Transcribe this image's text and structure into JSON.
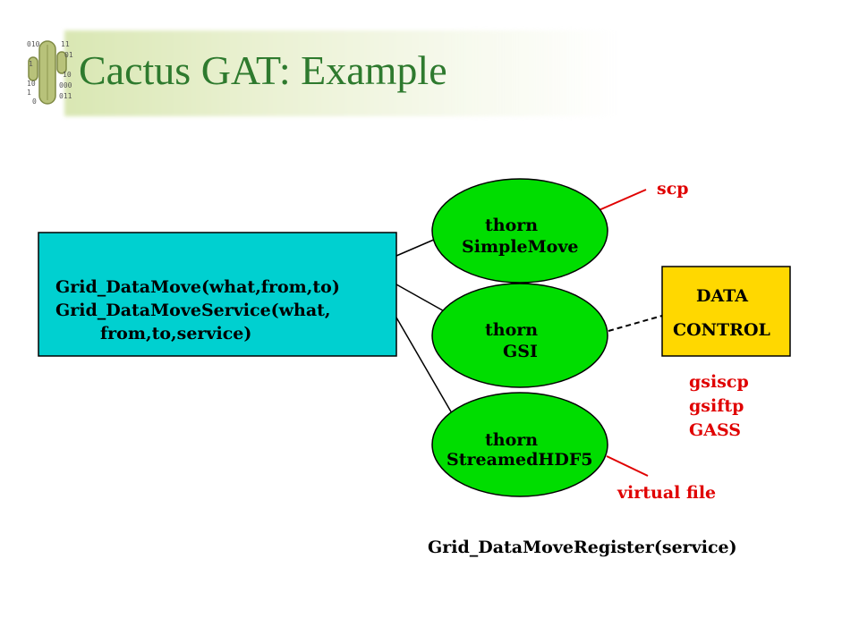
{
  "slide": {
    "title": "Cactus GAT: Example",
    "logo_digits": [
      "010",
      "11",
      "01",
      "1",
      "10",
      "10",
      "000",
      "1",
      "0",
      "011"
    ]
  },
  "api_box": {
    "color": "#00d0d0",
    "line1": "Grid_DataMove(what,from,to)",
    "line2": "Grid_DataMoveService(what,",
    "line3": "from,to,service)"
  },
  "thorns": [
    {
      "word": "thorn",
      "name": "SimpleMove"
    },
    {
      "word": "thorn",
      "name": "GSI"
    },
    {
      "word": "thorn",
      "name": "StreamedHDF5"
    }
  ],
  "thorn_color": "#00dd00",
  "data_control": {
    "color": "#ffd800",
    "line1": "DATA",
    "line2": "CONTROL"
  },
  "protocols": {
    "scp": "scp",
    "gsi": [
      "gsiscp",
      "gsiftp",
      "GASS"
    ],
    "virtual_file": "virtual file"
  },
  "accent_color": "#e00000",
  "register_call": "Grid_DataMoveRegister(service)"
}
